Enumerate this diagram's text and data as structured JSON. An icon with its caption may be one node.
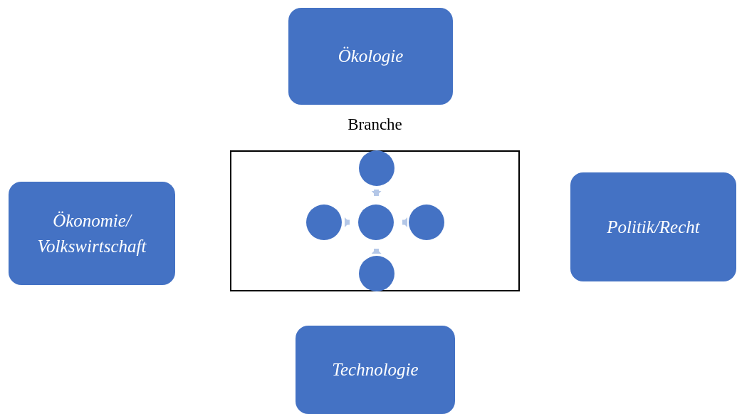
{
  "diagram": {
    "nodes": [
      {
        "text": [
          "Ökologie"
        ]
      },
      {
        "text": [
          "Branche"
        ]
      },
      {
        "text": [],
        "shape": "circle",
        "in": 1
      },
      {
        "text": [],
        "shape": "circle",
        "in": 1
      },
      {
        "text": [],
        "shape": "circle",
        "in": 1
      },
      {
        "text": [],
        "shape": "circle",
        "in": 1
      },
      {
        "text": [],
        "shape": "circle",
        "in": 1
      },
      {
        "text": [
          "Ökonomie/ Volkswirtschaft"
        ]
      },
      {
        "text": [
          "Politik/Recht"
        ]
      },
      {
        "text": [
          "Technologie"
        ]
      }
    ],
    "edges": [
      {
        "from": 2,
        "to": 4,
        "arrow": "to"
      },
      {
        "from": 3,
        "to": 4,
        "arrow": "to"
      },
      {
        "from": 5,
        "to": 4,
        "arrow": "to"
      },
      {
        "from": 6,
        "to": 4,
        "arrow": "to"
      }
    ]
  }
}
